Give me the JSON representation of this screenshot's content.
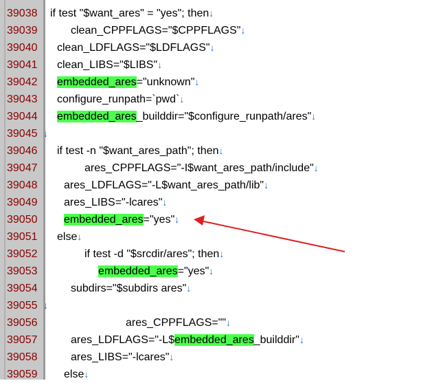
{
  "lines": [
    {
      "num": "39038",
      "segs": [
        {
          "t": "if test \"$want_ares\" = \"yes\"; then",
          "hl": false
        },
        {
          "t": "↓",
          "nl": true
        }
      ]
    },
    {
      "num": "39039",
      "segs": [
        {
          "t": "clean_CPPFLAGS=\"$CPPFLAGS\"",
          "hl": false
        },
        {
          "t": "↓",
          "nl": true
        }
      ]
    },
    {
      "num": "39040",
      "segs": [
        {
          "t": "clean_LDFLAGS=\"$LDFLAGS\"",
          "hl": false
        },
        {
          "t": "↓",
          "nl": true
        }
      ]
    },
    {
      "num": "39041",
      "segs": [
        {
          "t": "clean_LIBS=\"$LIBS\"",
          "hl": false
        },
        {
          "t": "↓",
          "nl": true
        }
      ]
    },
    {
      "num": "39042",
      "segs": [
        {
          "t": "embedded_ares",
          "hl": true
        },
        {
          "t": "=\"unknown\"",
          "hl": false
        },
        {
          "t": "↓",
          "nl": true
        }
      ]
    },
    {
      "num": "39043",
      "segs": [
        {
          "t": "configure_runpath=`pwd`",
          "hl": false
        },
        {
          "t": "↓",
          "nl": true
        }
      ]
    },
    {
      "num": "39044",
      "segs": [
        {
          "t": "embedded_ares",
          "hl": true
        },
        {
          "t": "_builddir=\"$configure_runpath/ares\"",
          "hl": false
        },
        {
          "t": "↓",
          "nl": true
        }
      ]
    },
    {
      "num": "39045",
      "segs": [
        {
          "t": "↓",
          "nl": true
        }
      ]
    },
    {
      "num": "39046",
      "segs": [
        {
          "t": "if test -n \"$want_ares_path\"; then",
          "hl": false
        },
        {
          "t": "↓",
          "nl": true
        }
      ]
    },
    {
      "num": "39047",
      "segs": [
        {
          "t": "ares_CPPFLAGS=\"-I$want_ares_path/include\"",
          "hl": false
        },
        {
          "t": "↓",
          "nl": true
        }
      ]
    },
    {
      "num": "39048",
      "segs": [
        {
          "t": "ares_LDFLAGS=\"-L$want_ares_path/lib\"",
          "hl": false
        },
        {
          "t": "↓",
          "nl": true
        }
      ]
    },
    {
      "num": "39049",
      "segs": [
        {
          "t": "ares_LIBS=\"-lcares\"",
          "hl": false
        },
        {
          "t": "↓",
          "nl": true
        }
      ]
    },
    {
      "num": "39050",
      "segs": [
        {
          "t": "embedded_ares",
          "hl": true
        },
        {
          "t": "=\"yes\"",
          "hl": false
        },
        {
          "t": "↓",
          "nl": true
        }
      ]
    },
    {
      "num": "39051",
      "segs": [
        {
          "t": "else",
          "hl": false
        },
        {
          "t": "↓",
          "nl": true
        }
      ]
    },
    {
      "num": "39052",
      "segs": [
        {
          "t": "if test -d \"$srcdir/ares\"; then",
          "hl": false
        },
        {
          "t": "↓",
          "nl": true
        }
      ]
    },
    {
      "num": "39053",
      "segs": [
        {
          "t": "embedded_ares",
          "hl": true
        },
        {
          "t": "=\"yes\"",
          "hl": false
        },
        {
          "t": "↓",
          "nl": true
        }
      ]
    },
    {
      "num": "39054",
      "segs": [
        {
          "t": "subdirs=\"$subdirs ares\"",
          "hl": false
        },
        {
          "t": "↓",
          "nl": true
        }
      ]
    },
    {
      "num": "39055",
      "segs": [
        {
          "t": "↓",
          "nl": true
        }
      ]
    },
    {
      "num": "39056",
      "segs": [
        {
          "t": "ares_CPPFLAGS=\"\"",
          "hl": false
        },
        {
          "t": "↓",
          "nl": true
        }
      ]
    },
    {
      "num": "39057",
      "segs": [
        {
          "t": "ares_LDFLAGS=\"-L$",
          "hl": false
        },
        {
          "t": "embedded_ares",
          "hl": true
        },
        {
          "t": "_builddir\"",
          "hl": false
        },
        {
          "t": "↓",
          "nl": true
        }
      ]
    },
    {
      "num": "39058",
      "segs": [
        {
          "t": "ares_LIBS=\"-lcares\"",
          "hl": false
        },
        {
          "t": "↓",
          "nl": true
        }
      ]
    },
    {
      "num": "39059",
      "segs": [
        {
          "t": "else",
          "hl": false
        },
        {
          "t": "↓",
          "nl": true
        }
      ]
    }
  ],
  "colors": {
    "highlight": "#4bff4b",
    "line_number": "#8b0000",
    "newline_mark": "#1e6fd9",
    "arrow": "#e02020"
  }
}
